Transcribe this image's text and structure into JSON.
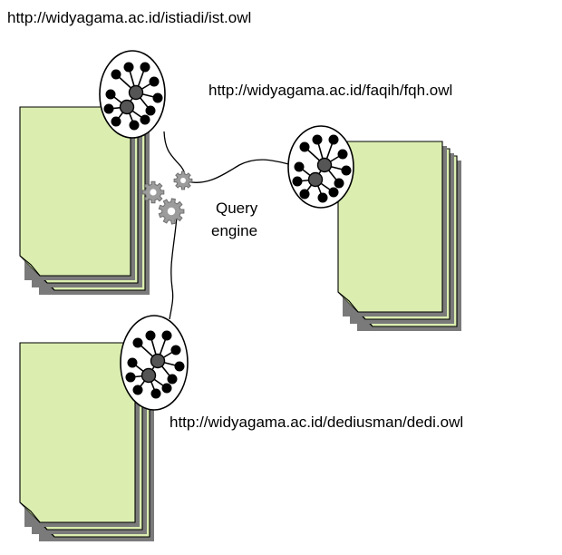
{
  "labels": {
    "ist_url": "http://widyagama.ac.id/istiadi/ist.owl",
    "fqh_url": "http://widyagama.ac.id/faqih/fqh.owl",
    "dedi_url": "http://widyagama.ac.id/dediusman/dedi.owl",
    "query_line1": "Query",
    "query_line2": "engine"
  },
  "icons": {
    "ontology": "ontology-graph-icon",
    "document_stack": "document-stack-icon",
    "engine": "gears-icon"
  },
  "colors": {
    "page_fill": "#dbeeb0",
    "gear": "#9c9c9c",
    "shadow": "#7a7a7a"
  }
}
